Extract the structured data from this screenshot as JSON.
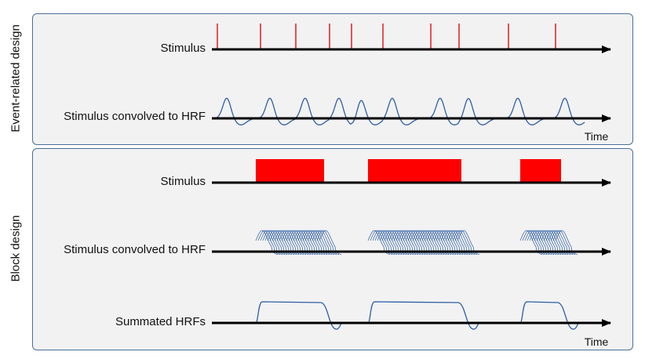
{
  "event_related": {
    "side_label": "Event-related design",
    "stimulus_label": "Stimulus",
    "convolved_label": "Stimulus convolved to HRF",
    "time_label": "Time",
    "stimulus_colour": "#e8191c",
    "hrf_colour": "#2e5fa4"
  },
  "block": {
    "side_label": "Block design",
    "stimulus_label": "Stimulus",
    "convolved_label": "Stimulus convolved to HRF",
    "summed_label": "Summated HRFs",
    "time_label": "Time",
    "block_colour": "#ff0000"
  }
}
